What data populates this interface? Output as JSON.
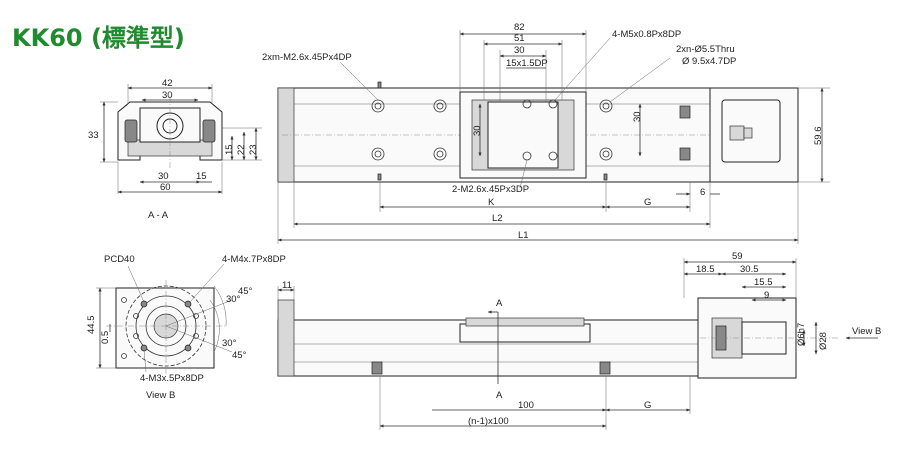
{
  "title": {
    "text": "KK60 (標準型)",
    "color": "#1f8a2e"
  },
  "views": {
    "section_aa": {
      "caption": "A - A",
      "dims": {
        "top_outer": "42",
        "top_inner": "30",
        "height_left": "33",
        "h15": "15",
        "h22": "22",
        "h23": "23",
        "bot_30": "30",
        "bot_15": "15",
        "bot_60": "60"
      }
    },
    "top_view": {
      "dims": {
        "d82": "82",
        "d51": "51",
        "d30": "30",
        "d15x15": "15x1.5DP",
        "v30a": "30",
        "v30b": "30",
        "v59_6": "59.6",
        "d6": "6",
        "k": "K",
        "g": "G",
        "l2": "L2",
        "l1": "L1"
      },
      "notes": {
        "tap_2xm": "2xm-M2.6x.45Px4DP",
        "tap_4m5": "4-M5x0.8Px8DP",
        "thru": "2xn-Ø5.5Thru",
        "cbore": "Ø 9.5x4.7DP",
        "tap_2m26": "2-M2.6x.45Px3DP"
      }
    },
    "view_b": {
      "caption": "View B",
      "dims": {
        "h44_5": "44.5",
        "h0_5": "0.5",
        "a30": "30°",
        "a45": "45°",
        "a30b": "30°",
        "a45b": "45°"
      },
      "notes": {
        "pcd": "PCD40",
        "tap_4m4": "4-M4x.7Px8DP",
        "tap_4m3": "4-M3x.5Px8DP"
      }
    },
    "side_view": {
      "dims": {
        "d11": "11",
        "a_top": "A",
        "a_bot": "A",
        "d100": "100",
        "g": "G",
        "n1": "(n-1)x100",
        "d59": "59",
        "d18_5": "18.5",
        "d30_5": "30.5",
        "d15_5": "15.5",
        "d9": "9",
        "dia6": "Ø6h7",
        "dia28": "Ø28"
      },
      "notes": {
        "view_b_arrow": "View B"
      }
    }
  }
}
